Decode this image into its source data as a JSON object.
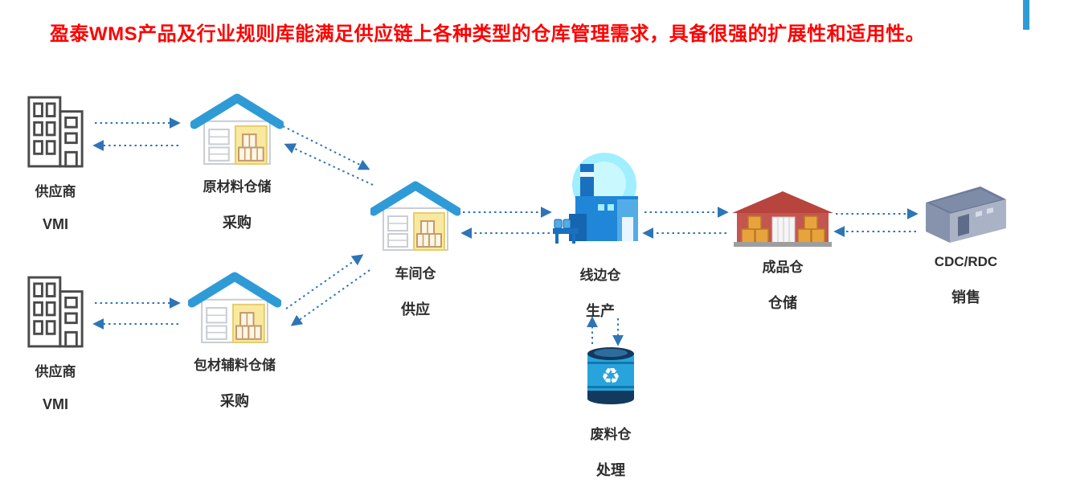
{
  "title": "盈泰WMS产品及行业规则库能满足供应链上各种类型的仓库管理需求，具备很强的扩展性和适用性。",
  "colors": {
    "title": "#FF0000",
    "arrow": "#2E75B6",
    "accent_bar": "#2E9BD6",
    "house_roof": "#2E9BD6",
    "finished_warehouse": "#C0504D",
    "cdc_warehouse": "#8793AD",
    "waste_barrel": "#29A3DC"
  },
  "nodes": {
    "supplier_top": {
      "label": "供应商",
      "sublabel": "VMI",
      "icon": "office-building-icon"
    },
    "raw_material": {
      "label": "原材料仓储",
      "sublabel": "采购",
      "icon": "warehouse-house-icon"
    },
    "supplier_bottom": {
      "label": "供应商",
      "sublabel": "VMI",
      "icon": "office-building-icon"
    },
    "packaging": {
      "label": "包材辅料仓储",
      "sublabel": "采购",
      "icon": "warehouse-house-icon"
    },
    "workshop": {
      "label": "车间仓",
      "sublabel": "供应",
      "icon": "warehouse-house-icon"
    },
    "lineside": {
      "label": "线边仓",
      "sublabel": "生产",
      "icon": "factory-icon"
    },
    "finished": {
      "label": "成品仓",
      "sublabel": "仓储",
      "icon": "red-warehouse-icon"
    },
    "cdc": {
      "label": "CDC/RDC",
      "sublabel": "销售",
      "icon": "gray-warehouse-icon"
    },
    "waste": {
      "label": "废料仓",
      "sublabel": "处理",
      "icon": "recycle-barrel-icon"
    }
  },
  "flows": [
    {
      "from": "supplier_top",
      "to": "raw_material",
      "bidirectional": true,
      "style": "dotted"
    },
    {
      "from": "raw_material",
      "to": "workshop",
      "bidirectional": true,
      "style": "dotted"
    },
    {
      "from": "supplier_bottom",
      "to": "packaging",
      "bidirectional": true,
      "style": "dotted"
    },
    {
      "from": "packaging",
      "to": "workshop",
      "bidirectional": true,
      "style": "dotted"
    },
    {
      "from": "workshop",
      "to": "lineside",
      "bidirectional": true,
      "style": "dotted"
    },
    {
      "from": "lineside",
      "to": "finished",
      "bidirectional": true,
      "style": "dotted"
    },
    {
      "from": "finished",
      "to": "cdc",
      "bidirectional": true,
      "style": "dotted"
    },
    {
      "from": "lineside",
      "to": "waste",
      "bidirectional": true,
      "style": "dotted"
    }
  ]
}
